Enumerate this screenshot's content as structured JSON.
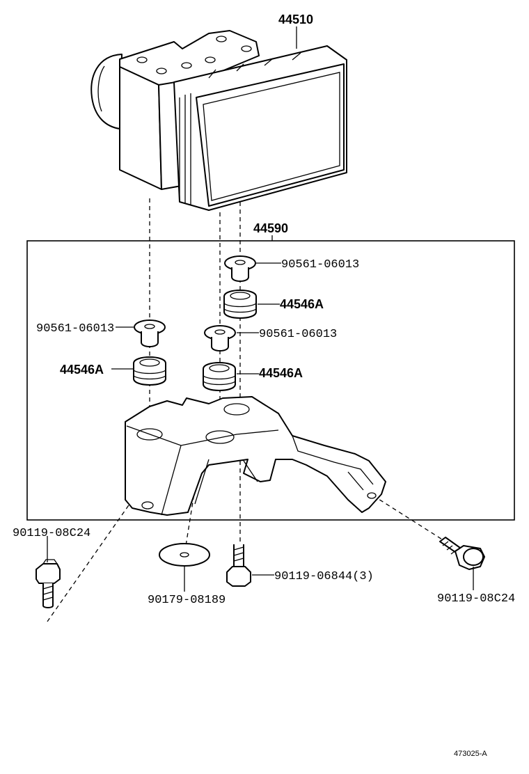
{
  "labels": {
    "actuator": "44510",
    "bracket_kit": "44590",
    "collar_top": "90561-06013",
    "cushion_top": "44546A",
    "collar_mid": "90561-06013",
    "collar_left": "90561-06013",
    "cushion_left": "44546A",
    "cushion_mid": "44546A",
    "bolt_left": "90119-08C24",
    "washer": "90179-08189",
    "bolt_center": "90119-06844(3)",
    "bolt_right": "90119-08C24",
    "drawing_id": "473025-A"
  }
}
